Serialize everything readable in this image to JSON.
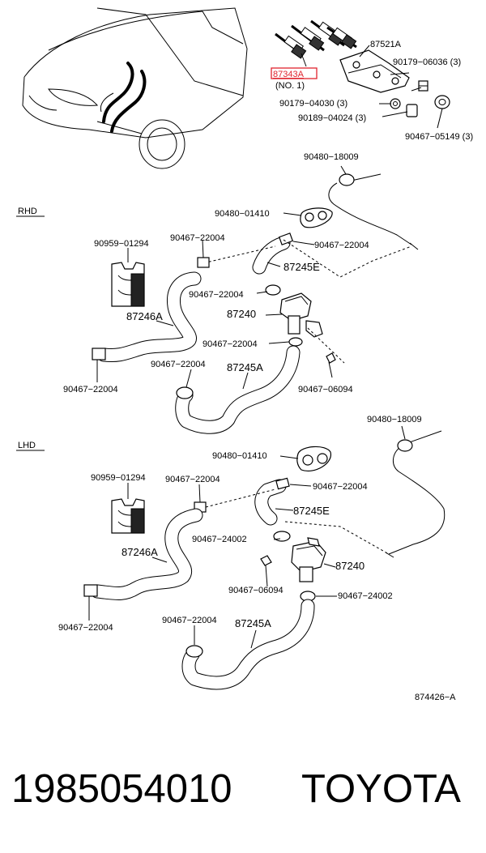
{
  "colors": {
    "highlight": "#e0242e",
    "ink": "#000000",
    "background": "#ffffff"
  },
  "top": {
    "p87343A": "87343A",
    "no1": "(NO. 1)",
    "p87521A": "87521A",
    "p90179_06036": "90179−06036 (3)",
    "p90179_04030": "90179−04030 (3)",
    "p90189_04024": "90189−04024 (3)",
    "p90467_05149": "90467−05149 (3)"
  },
  "rhd": {
    "section": "RHD",
    "p90480_18009": "90480−18009",
    "p90480_01410": "90480−01410",
    "p90467_22004_a": "90467−22004",
    "p90467_22004_b": "90467−22004",
    "p90959_01294": "90959−01294",
    "p87245E": "87245E",
    "p90467_22004_c": "90467−22004",
    "p87240": "87240",
    "p87246A": "87246A",
    "p90467_22004_d": "90467−22004",
    "p90467_22004_e": "90467−22004",
    "p87245A": "87245A",
    "p90467_22004_f": "90467−22004",
    "p90467_06094": "90467−06094"
  },
  "lhd": {
    "section": "LHD",
    "p90480_18009": "90480−18009",
    "p90480_01410": "90480−01410",
    "p90959_01294": "90959−01294",
    "p90467_22004_a": "90467−22004",
    "p90467_22004_b": "90467−22004",
    "p87245E": "87245E",
    "p90467_24002_a": "90467−24002",
    "p87246A": "87246A",
    "p87240": "87240",
    "p90467_06094": "90467−06094",
    "p90467_24002_b": "90467−24002",
    "p90467_22004_c": "90467−22004",
    "p90467_22004_d": "90467−22004",
    "p87245A": "87245A"
  },
  "figure_id": "874426−A",
  "footer": {
    "part_number": "1985054010",
    "brand": "TOYOTA"
  }
}
